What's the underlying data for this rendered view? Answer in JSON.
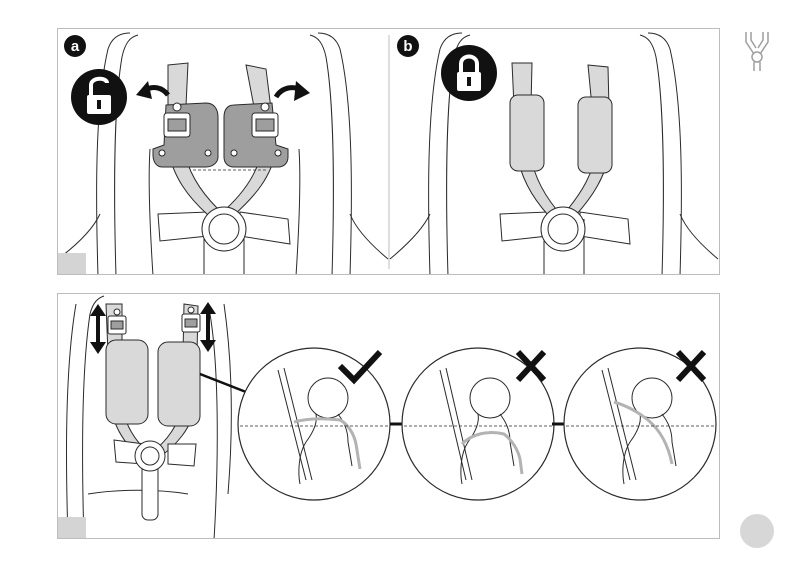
{
  "panel_a": {
    "label": "a",
    "lock_state": "unlocked",
    "lock_icon": "unlocked-padlock-icon"
  },
  "panel_b": {
    "label": "b",
    "lock_state": "locked",
    "lock_icon": "locked-padlock-icon"
  },
  "bottom": {
    "adjust_icon": "double-arrow-icon",
    "checks": [
      {
        "mark": "check-icon",
        "state": "correct"
      },
      {
        "mark": "cross-icon",
        "state": "incorrect"
      },
      {
        "mark": "cross-icon",
        "state": "incorrect"
      }
    ]
  },
  "colors": {
    "pad_gray": "#d9d9d9",
    "dark_gray": "#9e9e9e",
    "line": "#2a2a2a",
    "badge": "#111111"
  }
}
